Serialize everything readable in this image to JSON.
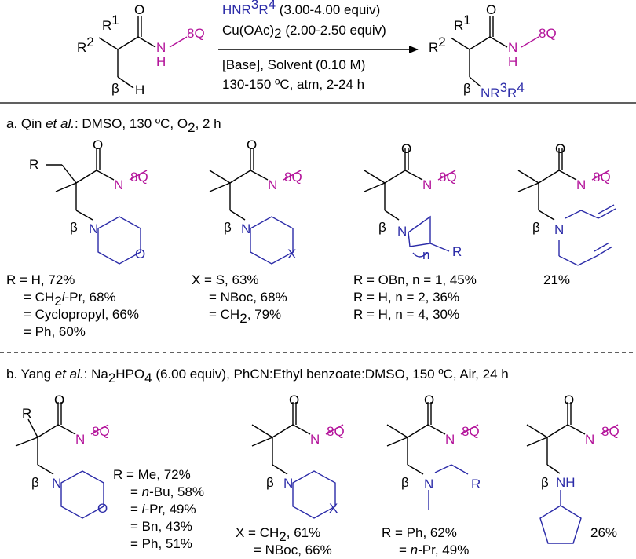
{
  "colors": {
    "amine": "#2b2ba8",
    "directing_group": "#b3129a",
    "text": "#000000"
  },
  "labels": {
    "r1": "R",
    "r1_sup": "1",
    "r2": "R",
    "r2_sup": "2",
    "o": "O",
    "nh_n": "N",
    "nh_h": "H",
    "q8": "8Q",
    "beta": "β",
    "h": "H",
    "r": "R",
    "x": "X",
    "n_atom": "N",
    "nh": "NH",
    "nsub": "n",
    "nr": "NR",
    "r3": "3",
    "r4": "4"
  },
  "scheme": {
    "reagents": {
      "amine_prefix": "HNR",
      "amine_sup1": "3",
      "amine_mid": "R",
      "amine_sup2": "4",
      "amine_equiv": " (3.00-4.00 equiv)",
      "oxidant_pre": "Cu(OAc)",
      "oxidant_sub": "2",
      "oxidant_equiv": " (2.00-2.50 equiv)",
      "line3": "[Base], Solvent (0.10 M)",
      "line4": "130-150 ºC, atm, 2-24 h"
    }
  },
  "section_a": {
    "header_pre": "a. Qin ",
    "header_etal": "et al.",
    "header_post": ": DMSO, 130 ºC, O",
    "header_o2sub": "2",
    "header_end": ", 2 h",
    "c1": {
      "line1": "R = H, 72%",
      "line2_pre": "= CH",
      "line2_sub": "2",
      "line2_it": "i",
      "line2_post": "-Pr, 68%",
      "line3": "= Cyclopropyl, 66%",
      "line4": "= Ph, 60%"
    },
    "c2": {
      "line1": "X = S, 63%",
      "line2": "= NBoc, 68%",
      "line3_pre": "= CH",
      "line3_sub": "2",
      "line3_post": ", 79%"
    },
    "c3": {
      "line1": "R = OBn, n = 1, 45%",
      "line2": "R = H, n = 2, 36%",
      "line3": "R = H, n = 4, 30%"
    },
    "c4": {
      "line1": "21%"
    }
  },
  "section_b": {
    "header_pre": "b. Yang ",
    "header_etal": "et al.",
    "header_post": ": Na",
    "header_sub1": "2",
    "header_mid": "HPO",
    "header_sub2": "4",
    "header_end": " (6.00 equiv), PhCN:Ethyl benzoate:DMSO, 150 ºC, Air, 24 h",
    "c1": {
      "line1": "R = Me, 72%",
      "line2_pre": "= ",
      "line2_it": "n",
      "line2_post": "-Bu, 58%",
      "line3_pre": "= ",
      "line3_it": "i",
      "line3_post": "-Pr, 49%",
      "line4": "= Bn, 43%",
      "line5": "= Ph, 51%"
    },
    "c2": {
      "line1_pre": "X = CH",
      "line1_sub": "2",
      "line1_post": ", 61%",
      "line2": "= NBoc, 66%"
    },
    "c3": {
      "line1": "R = Ph, 62%",
      "line2_pre": "= ",
      "line2_it": "n",
      "line2_post": "-Pr, 49%"
    },
    "c4": {
      "line1": "26%"
    }
  }
}
